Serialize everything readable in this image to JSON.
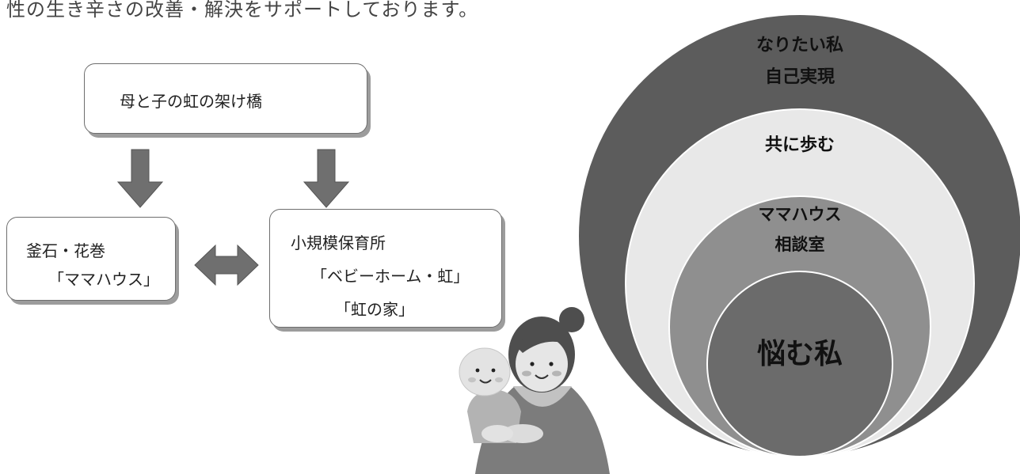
{
  "intro": "性の生き辛さの改善・解決をサポートしております。",
  "flow": {
    "top_box": "母と子の虹の架け橋",
    "left_box": {
      "line1": "釜石・花巻",
      "line2": "「ママハウス」"
    },
    "right_box": {
      "line1": "小規模保育所",
      "line2": "「ベビーホーム・虹」",
      "line3": "「虹の家」"
    }
  },
  "circles": {
    "outer": {
      "line1": "なりたい私",
      "line2": "自己実現"
    },
    "second": "共に歩む",
    "third": {
      "line1": "ママハウス",
      "line2": "相談室"
    },
    "core": "悩む私"
  },
  "colors": {
    "arrow": "#6f6f6f",
    "circle_outer": "#5c5c5c",
    "circle_second": "#e8e8e8",
    "circle_third": "#8f8f8f",
    "circle_core": "#6b6b6b"
  }
}
